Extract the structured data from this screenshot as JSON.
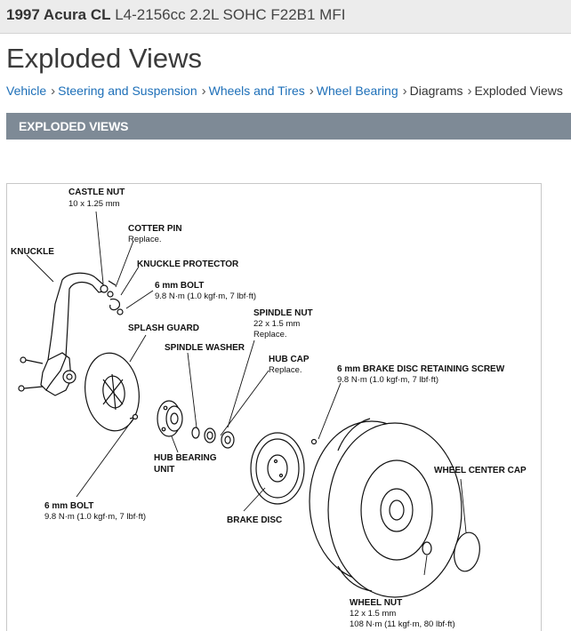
{
  "vehicle": {
    "name": "1997 Acura CL",
    "engine": "L4-2156cc 2.2L SOHC F22B1 MFI"
  },
  "page": {
    "title": "Exploded Views"
  },
  "breadcrumb": [
    "Vehicle",
    "Steering and Suspension",
    "Wheels and Tires",
    "Wheel Bearing",
    "Diagrams",
    "Exploded Views"
  ],
  "section": {
    "title": "EXPLODED VIEWS"
  },
  "diagram": {
    "labels": {
      "castle_nut": "CASTLE NUT",
      "castle_nut_size": "10 x 1.25 mm",
      "cotter_pin": "COTTER PIN",
      "cotter_pin_note": "Replace.",
      "knuckle": "KNUCKLE",
      "knuckle_protector": "KNUCKLE PROTECTOR",
      "bolt_top": "6 mm BOLT",
      "bolt_top_torque": "9.8 N·m (1.0 kgf·m, 7 lbf·ft)",
      "spindle_nut": "SPINDLE NUT",
      "spindle_nut_size": "22 x 1.5 mm",
      "spindle_nut_note": "Replace.",
      "splash_guard": "SPLASH GUARD",
      "spindle_washer": "SPINDLE WASHER",
      "hub_cap": "HUB CAP",
      "hub_cap_note": "Replace.",
      "retaining_screw": "6 mm BRAKE DISC RETAINING SCREW",
      "retaining_screw_torque": "9.8 N·m (1.0 kgf·m, 7 lbf·ft)",
      "hub_bearing_1": "HUB BEARING",
      "hub_bearing_2": "UNIT",
      "wheel_center_cap": "WHEEL CENTER CAP",
      "bolt_bottom": "6 mm BOLT",
      "bolt_bottom_torque": "9.8 N·m (1.0 kgf·m, 7 lbf·ft)",
      "brake_disc": "BRAKE DISC",
      "wheel_nut": "WHEEL NUT",
      "wheel_nut_size": "12 x 1.5 mm",
      "wheel_nut_torque": "108 N·m (11 kgf·m, 80 lbf·ft)"
    }
  }
}
